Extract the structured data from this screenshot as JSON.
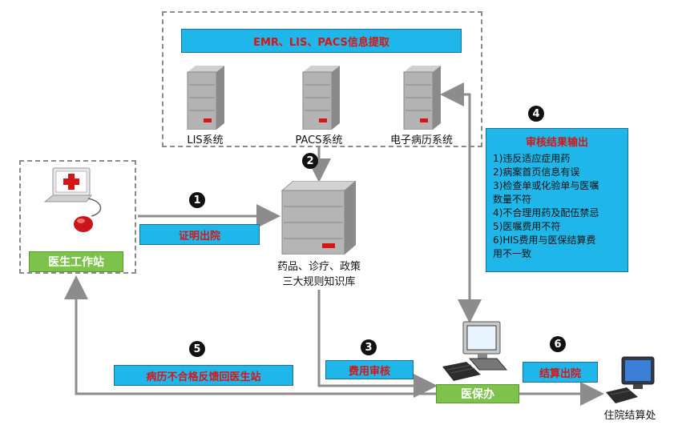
{
  "top_system": {
    "title": "EMR、LIS、PACS信息提取"
  },
  "servers": [
    {
      "label": "LIS系统"
    },
    {
      "label": "PACS系统"
    },
    {
      "label": "电子病历系统"
    }
  ],
  "knowledge_base": {
    "line1": "药品、诊疗、政策",
    "line2": "三大规则知识库"
  },
  "doctor_station": {
    "label": "医生工作站"
  },
  "steps": {
    "s1": {
      "num": "1",
      "label": "证明出院"
    },
    "s2": {
      "num": "2"
    },
    "s3": {
      "num": "3",
      "label": "费用审核"
    },
    "s4": {
      "num": "4"
    },
    "s5": {
      "num": "5",
      "label": "病历不合格反馈回医生站"
    },
    "s6": {
      "num": "6",
      "label": "结算出院"
    }
  },
  "results": {
    "title": "审核结果输出",
    "items": [
      "1)违反适应症用药",
      "2)病案首页信息有误",
      "3)检查单或化验单与医嘱",
      "数量不符",
      "4)不合理用药及配伍禁忌",
      "5)医嘱费用不符",
      "6)HIS费用与医保结算费",
      "用不一致"
    ]
  },
  "insurance_office": {
    "label": "医保办"
  },
  "settlement": {
    "label": "住院结算处"
  },
  "colors": {
    "blue": "#1fb7ea",
    "green": "#7dc24a",
    "red": "#d61616",
    "arrow": "#8c8c8c"
  }
}
